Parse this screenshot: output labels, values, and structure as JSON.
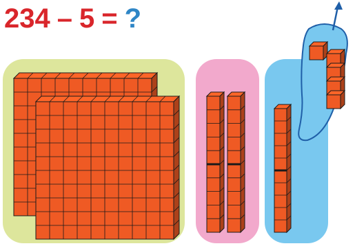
{
  "equation": {
    "minuend": "234",
    "operator": "–",
    "subtrahend": "5",
    "equals": "=",
    "unknown": "?"
  },
  "colors": {
    "equation_text": "#d9262b",
    "unknown": "#2f86c6",
    "hundreds_panel": "#dde69c",
    "tens_panel": "#f2a9cc",
    "ones_panel": "#79c8ef",
    "block_fill": "#ef5a24",
    "block_line": "#1a1a1a",
    "arrow": "#1f5fa8"
  },
  "blocks": {
    "hundreds": 2,
    "tens": 3,
    "tens_shown_in_ones_area": 1,
    "ones_removed": 5
  }
}
